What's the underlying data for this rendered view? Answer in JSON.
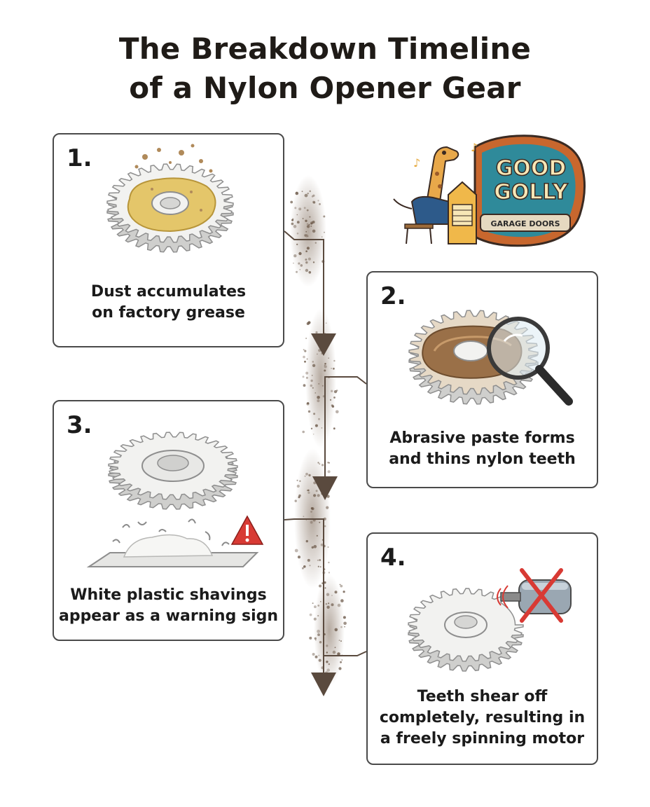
{
  "title": {
    "line1": "The Breakdown Timeline",
    "line2": "of a Nylon Opener Gear"
  },
  "steps": [
    {
      "number": "1.",
      "caption_line1": "Dust accumulates",
      "caption_line2": "on factory grease",
      "icon": "greasy-gear-icon"
    },
    {
      "number": "2.",
      "caption_line1": "Abrasive paste forms",
      "caption_line2": "and thins nylon teeth",
      "icon": "magnifier-gear-icon"
    },
    {
      "number": "3.",
      "caption_line1": "White plastic shavings",
      "caption_line2": "appear as a warning sign",
      "icon": "shavings-warning-icon"
    },
    {
      "number": "4.",
      "caption_line1": "Teeth shear off",
      "caption_line2": "completely, resulting in",
      "caption_line3": "a freely spinning motor",
      "icon": "broken-gear-motor-icon"
    }
  ],
  "logo": {
    "brand_line1": "GOOD",
    "brand_line2": "GOLLY",
    "brand_tagline": "GARAGE DOORS",
    "icon": "giraffe-piano-icon"
  },
  "colors": {
    "text": "#1b1b1b",
    "card_border": "#4a4a4a",
    "arrow": "#5a4a3e",
    "dust": "#8a7560",
    "grease": "#e4c66a",
    "nylon": "#f2f2f0",
    "brown_paste": "#9a7048",
    "warning": "#d83a34",
    "logo_orange": "#c8672e",
    "logo_teal": "#2f8a9a",
    "logo_cream": "#f7e7b6"
  }
}
